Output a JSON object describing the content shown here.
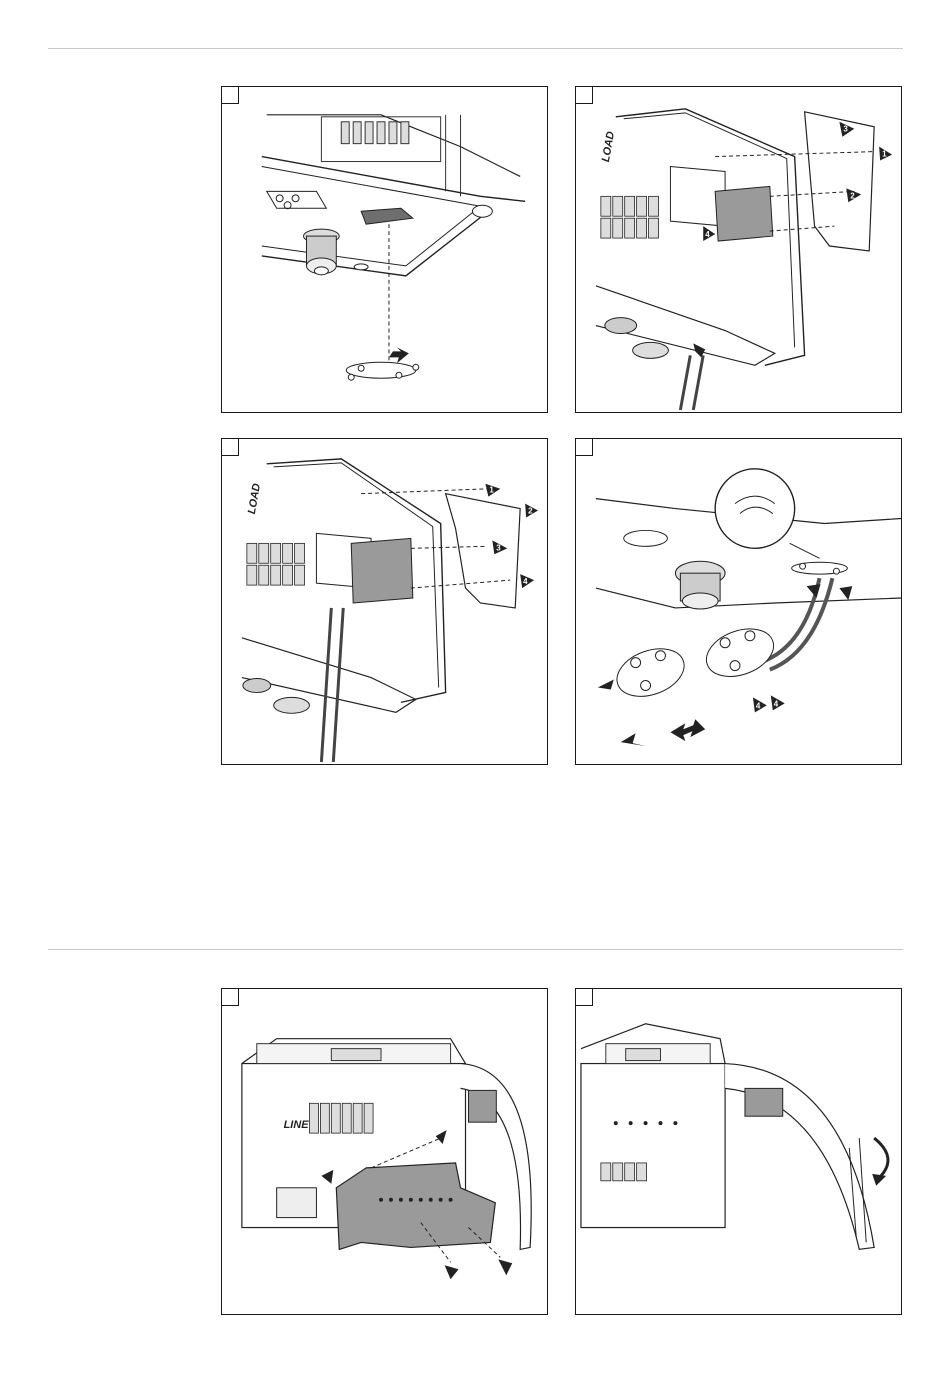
{
  "section1": {},
  "section2": {},
  "panels": {
    "p1": {},
    "p2": {
      "label_load": "LOAD",
      "callouts": [
        "1",
        "2",
        "3",
        "4"
      ]
    },
    "p3": {
      "label_load": "LOAD",
      "callouts": [
        "1",
        "2",
        "3",
        "4"
      ]
    },
    "p4": {
      "callouts": [
        "4",
        "4"
      ]
    },
    "p5": {
      "label_line": "LINE"
    },
    "p6": {}
  },
  "colors": {
    "rule": "#c8c8c8",
    "border": "#1a1a1a",
    "fill_dark": "#6e6e6e",
    "fill_mid": "#9a9a9a"
  }
}
